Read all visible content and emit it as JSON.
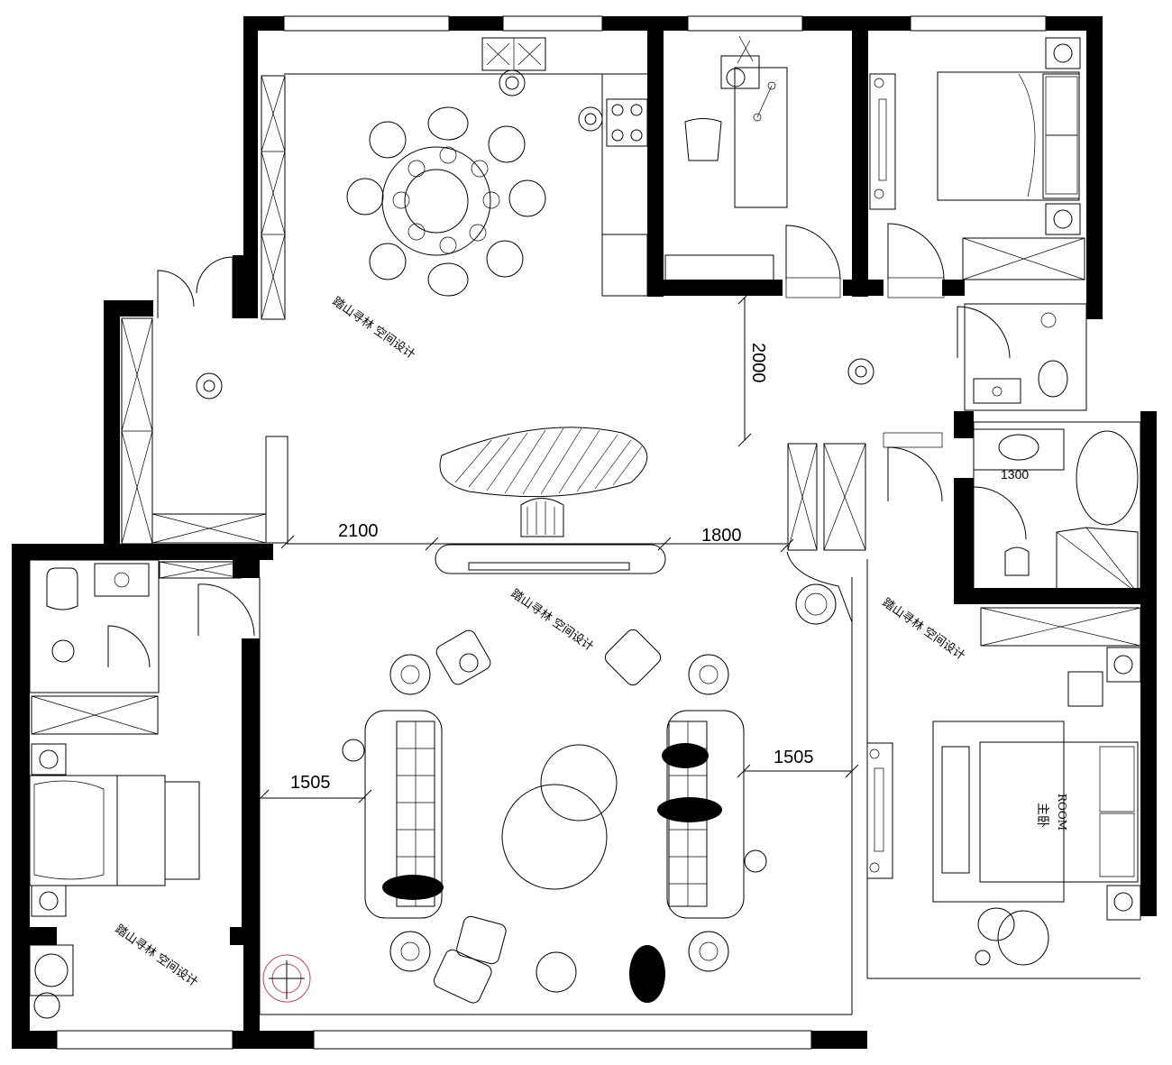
{
  "drawing": {
    "watermarks": [
      "踏山寻林 空间设计",
      "踏山寻林 空间设计",
      "踏山寻林 空间设计",
      "踏山寻林 空间设计"
    ],
    "dimensions": {
      "corridor_height": "2000",
      "left_span": "2100",
      "right_span": "1800",
      "sofa_left": "1505",
      "sofa_right": "1505",
      "bath_width": "1300"
    },
    "master_room": {
      "name_cn": "主卧",
      "name_en": "ROOM"
    },
    "colors": {
      "wall": "#000000",
      "line": "#000000",
      "tree_accent": "#c04070"
    }
  }
}
